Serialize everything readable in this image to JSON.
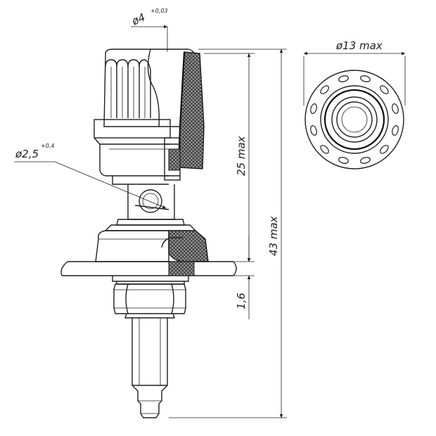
{
  "labels": {
    "dim_top_dia": "ø4",
    "dim_top_tol": "+0,03",
    "dim_hole_dia": "ø2,5",
    "dim_hole_tol": "+0,4",
    "dim_cap_dia": "ø13 max",
    "dim_upper_len": "25 max",
    "dim_total_len": "43 max",
    "dim_thickness": "1,6"
  },
  "colors": {
    "line": "#1e1e1e",
    "hatch": "#2a2a2a",
    "body_fill": "#f2f2f2",
    "cap_dark": "#3a3a3a"
  }
}
